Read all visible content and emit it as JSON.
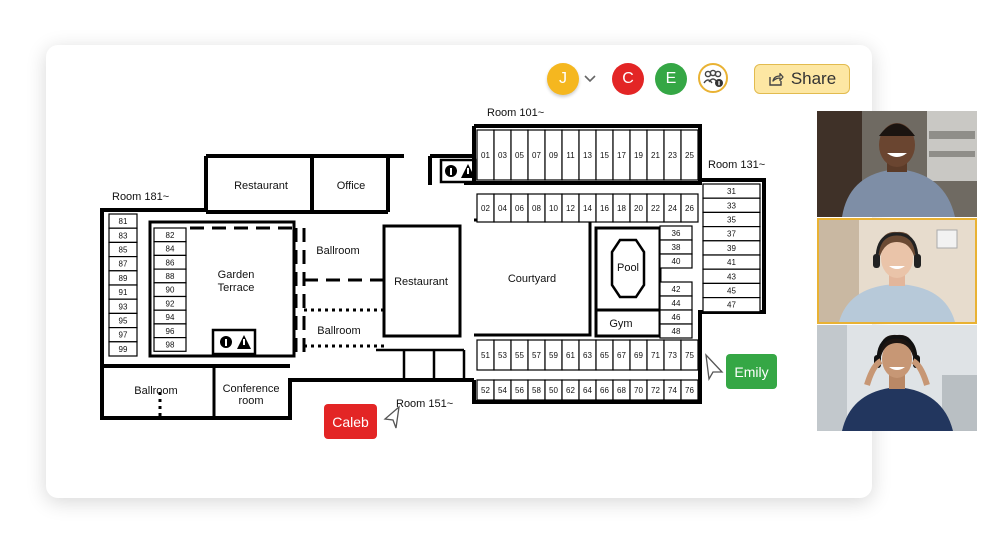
{
  "participants": [
    {
      "initial": "J",
      "color": "#f5b71f"
    },
    {
      "initial": "C",
      "color": "#e32525"
    },
    {
      "initial": "E",
      "color": "#35a745"
    }
  ],
  "share_label": "Share",
  "icons": {
    "chevron": "chevron-down-icon",
    "people": "people-group-icon",
    "share": "share-icon",
    "cursor": "pointer-cursor-icon",
    "info": "info-icon",
    "warning": "warning-icon"
  },
  "floorplan": {
    "labels": {
      "room181": "Room 181~",
      "room101": "Room 101~",
      "room131": "Room 131~",
      "room151": "Room 151~",
      "restaurant_top": "Restaurant",
      "office": "Office",
      "garden_line1": "Garden",
      "garden_line2": "Terrace",
      "ballroom_upper": "Ballroom",
      "ballroom_middle": "Ballroom",
      "restaurant_mid": "Restaurant",
      "courtyard": "Courtyard",
      "pool": "Pool",
      "gym": "Gym",
      "ballroom_left": "Ballroom",
      "conference_line1": "Conference",
      "conference_line2": "room"
    },
    "rooms_far_left": [
      "81",
      "83",
      "85",
      "87",
      "89",
      "91",
      "93",
      "95",
      "97",
      "99"
    ],
    "rooms_left": [
      "82",
      "84",
      "86",
      "88",
      "90",
      "92",
      "94",
      "96",
      "98"
    ],
    "rooms_top_upper": [
      "01",
      "03",
      "05",
      "07",
      "09",
      "11",
      "13",
      "15",
      "17",
      "19",
      "21",
      "23",
      "25"
    ],
    "rooms_top_lower": [
      "02",
      "04",
      "06",
      "08",
      "10",
      "12",
      "14",
      "16",
      "18",
      "20",
      "22",
      "24",
      "26"
    ],
    "rooms_right": [
      "31",
      "33",
      "35",
      "37",
      "39",
      "41",
      "43",
      "45",
      "47"
    ],
    "rooms_inner_right_top": [
      "36",
      "38",
      "40"
    ],
    "rooms_inner_right_bottom": [
      "42",
      "44",
      "46",
      "48"
    ],
    "rooms_bottom_upper": [
      "51",
      "53",
      "55",
      "57",
      "59",
      "61",
      "63",
      "65",
      "67",
      "69",
      "71",
      "73",
      "75"
    ],
    "rooms_bottom_lower": [
      "52",
      "54",
      "56",
      "58",
      "50",
      "62",
      "64",
      "66",
      "68",
      "70",
      "72",
      "74",
      "76"
    ]
  },
  "cursors": [
    {
      "name": "Emily",
      "color": "#35a745"
    },
    {
      "name": "Caleb",
      "color": "#e32525"
    }
  ],
  "videos": [
    {
      "name": "participant-1"
    },
    {
      "name": "participant-2"
    },
    {
      "name": "participant-3"
    }
  ]
}
